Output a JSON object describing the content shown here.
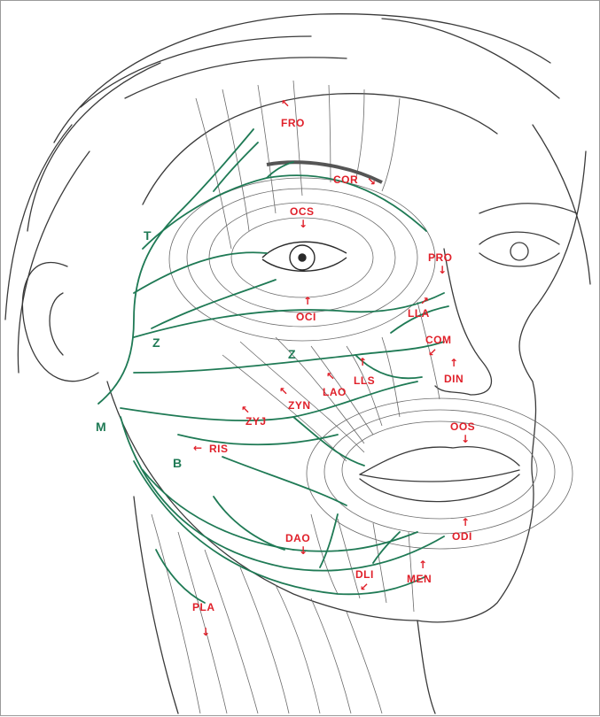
{
  "colors": {
    "muscle_label": "#e0202a",
    "nerve": "#1f7a55",
    "line_art": "#3a3a3a"
  },
  "nerve_branches": [
    {
      "id": "temporal",
      "label": "T"
    },
    {
      "id": "zygomatic-1",
      "label": "Z"
    },
    {
      "id": "zygomatic-2",
      "label": "Z"
    },
    {
      "id": "buccal",
      "label": "B"
    },
    {
      "id": "marginal-mandibular",
      "label": "M"
    }
  ],
  "muscles": [
    {
      "id": "frontalis",
      "label": "FRO",
      "arrow": "↖"
    },
    {
      "id": "corrugator",
      "label": "COR",
      "arrow": "↘"
    },
    {
      "id": "orbicularis-oculi-superior",
      "label": "OCS",
      "arrow": "↓"
    },
    {
      "id": "procerus",
      "label": "PRO",
      "arrow": "↓"
    },
    {
      "id": "orbicularis-oculi-inferior",
      "label": "OCI",
      "arrow": "↑"
    },
    {
      "id": "levator-labii-alaeque",
      "label": "LLA",
      "arrow": "↗"
    },
    {
      "id": "compressor-naris",
      "label": "COM",
      "arrow": "↙"
    },
    {
      "id": "levator-labii-superioris",
      "label": "LLS",
      "arrow": "↑"
    },
    {
      "id": "levator-anguli-oris",
      "label": "LAO",
      "arrow": "↖"
    },
    {
      "id": "dilator-naris",
      "label": "DIN",
      "arrow": "↑"
    },
    {
      "id": "zygomaticus-minor",
      "label": "ZYN",
      "arrow": "↖"
    },
    {
      "id": "zygomaticus-major",
      "label": "ZYJ",
      "arrow": "↖"
    },
    {
      "id": "risorius",
      "label": "RIS",
      "arrow": "←"
    },
    {
      "id": "orbicularis-oris-superior",
      "label": "OOS",
      "arrow": "↓"
    },
    {
      "id": "orbicularis-oris-inferior",
      "label": "ODI",
      "arrow": "↑"
    },
    {
      "id": "depressor-anguli-oris",
      "label": "DAO",
      "arrow": "↓"
    },
    {
      "id": "depressor-labii-inferioris",
      "label": "DLI",
      "arrow": "↙"
    },
    {
      "id": "mentalis",
      "label": "MEN",
      "arrow": "↑"
    },
    {
      "id": "platysma",
      "label": "PLA",
      "arrow": "↓"
    }
  ]
}
